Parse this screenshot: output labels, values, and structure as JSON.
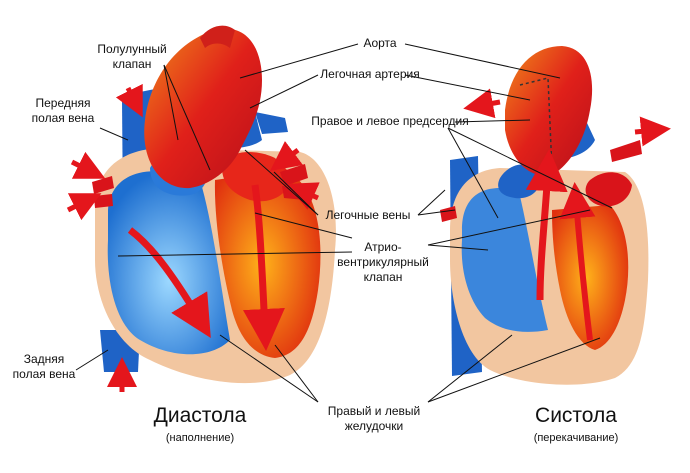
{
  "labels": {
    "semilunar_valve_1": "Полулунный",
    "semilunar_valve_2": "клапан",
    "anterior_vena_cava_1": "Передняя",
    "anterior_vena_cava_2": "полая вена",
    "posterior_vena_cava_1": "Задняя",
    "posterior_vena_cava_2": "полая вена",
    "aorta": "Аорта",
    "pulmonary_artery": "Легочная артерия",
    "atria": "Правое и левое предсердия",
    "pulmonary_veins": "Легочные вены",
    "av_valve_1": "Атрио-",
    "av_valve_2": "вентрикулярный",
    "av_valve_3": "клапан",
    "ventricles_1": "Правый и левый",
    "ventricles_2": "желудочки"
  },
  "phases": {
    "diastole_title": "Диастола",
    "diastole_sub": "(наполнение)",
    "systole_title": "Систола",
    "systole_sub": "(перекачивание)"
  },
  "colors": {
    "deoxygenated": "#1f63c6",
    "oxygenated": "#d9141a",
    "tissue": "#f0c7a3",
    "flow_arrow": "#e4161c"
  }
}
